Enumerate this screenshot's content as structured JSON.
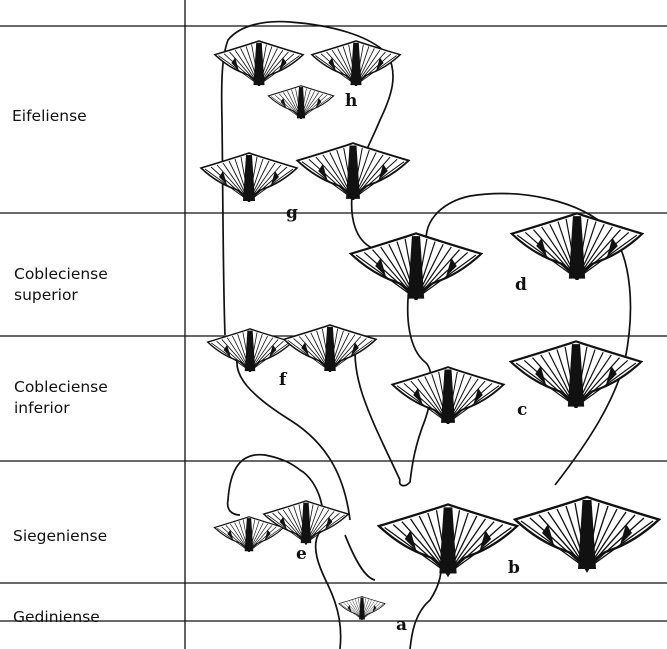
{
  "stages": [
    {
      "id": "eifeliense",
      "label": "Eifeliense"
    },
    {
      "id": "cobleciense-superior",
      "label": "Cobleciense\nsuperior"
    },
    {
      "id": "cobleciense-inferior",
      "label": "Cobleciense\ninferior"
    },
    {
      "id": "siegeniense",
      "label": "Siegeniense"
    },
    {
      "id": "gediniense",
      "label": "Gediniense"
    }
  ],
  "specimens": [
    {
      "id": "a",
      "label": "a"
    },
    {
      "id": "b",
      "label": "b"
    },
    {
      "id": "c",
      "label": "c"
    },
    {
      "id": "d",
      "label": "d"
    },
    {
      "id": "e",
      "label": "e"
    },
    {
      "id": "f",
      "label": "f"
    },
    {
      "id": "g",
      "label": "g"
    },
    {
      "id": "h",
      "label": "h"
    }
  ],
  "colors": {
    "ink": "#111111",
    "paper": "#ffffff"
  }
}
